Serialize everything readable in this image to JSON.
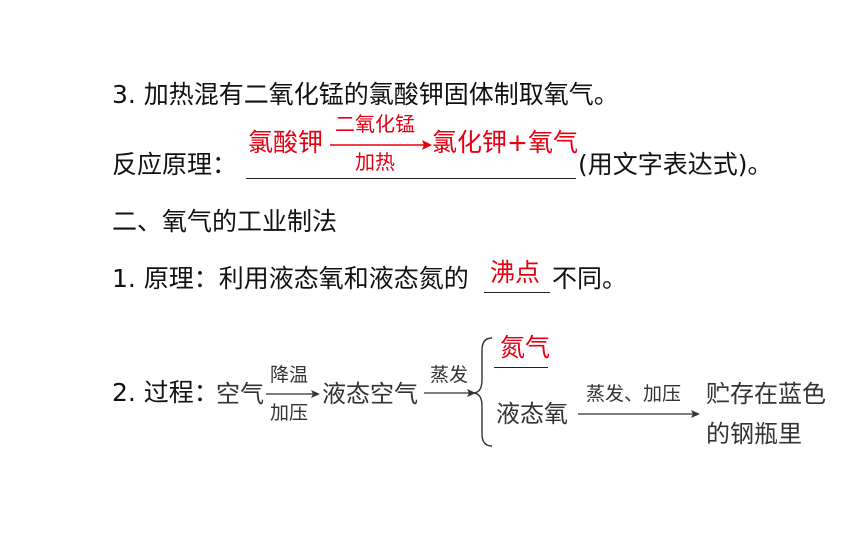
{
  "section1": {
    "item3": "3. 加热混有二氧化锰的氯酸钾固体制取氧气。",
    "principle_label": "反应原理：",
    "principle_suffix": "(用文字表达式)。",
    "answer_reactant": "氯酸钾",
    "answer_product": "氯化钾+氧气",
    "arrow_top": "二氧化锰",
    "arrow_bottom": "加热"
  },
  "section2": {
    "heading": "二、氧气的工业制法",
    "item1_prefix": "1. 原理：利用液态氧和液态氮的",
    "item1_answer": "沸点",
    "item1_suffix": "不同。",
    "item2_label": "2. 过程：",
    "process": {
      "air": "空气",
      "step1_top": "降温",
      "step1_bottom": "加压",
      "liquid_air": "液态空气",
      "step2_top": "蒸发",
      "branch_top_answer": "氮气",
      "branch_bottom": "液态氧",
      "step3_top": "蒸发、加压",
      "result_line1": "贮存在蓝色",
      "result_line2": "的钢瓶里"
    }
  },
  "colors": {
    "answer": "#e60012",
    "text": "#111111"
  }
}
